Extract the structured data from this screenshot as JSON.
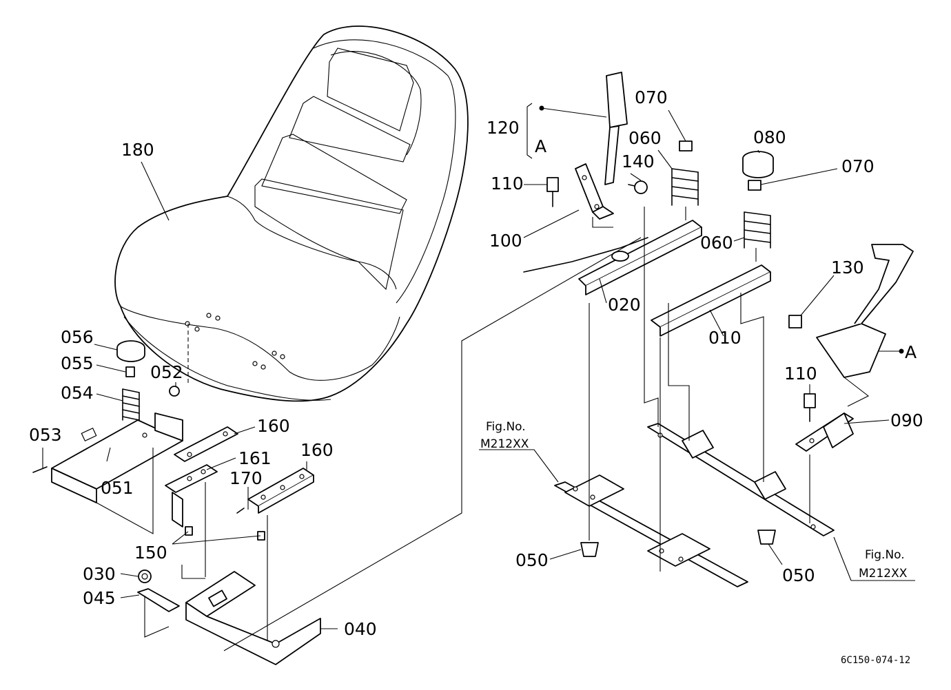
{
  "labels": {
    "p180": "180",
    "p056": "056",
    "p055": "055",
    "p054": "054",
    "p053": "053",
    "p052": "052",
    "p051": "051",
    "p160a": "160",
    "p161": "161",
    "p160b": "160",
    "p170": "170",
    "p150": "150",
    "p030": "030",
    "p045": "045",
    "p040": "040",
    "p120": "120",
    "pA1": "A",
    "p070a": "070",
    "p060a": "060",
    "p140": "140",
    "p110a": "110",
    "p100": "100",
    "p020": "020",
    "p080": "080",
    "p070b": "070",
    "p060b": "060",
    "p010": "010",
    "p130": "130",
    "pA2": "A",
    "p110b": "110",
    "p090": "090",
    "p050a": "050",
    "p050b": "050"
  },
  "fig_refs": {
    "left_line1": "Fig.No.",
    "left_line2": "M212XX",
    "right_line1": "Fig.No.",
    "right_line2": "M212XX"
  },
  "drawing_code": "6C150-074-12"
}
